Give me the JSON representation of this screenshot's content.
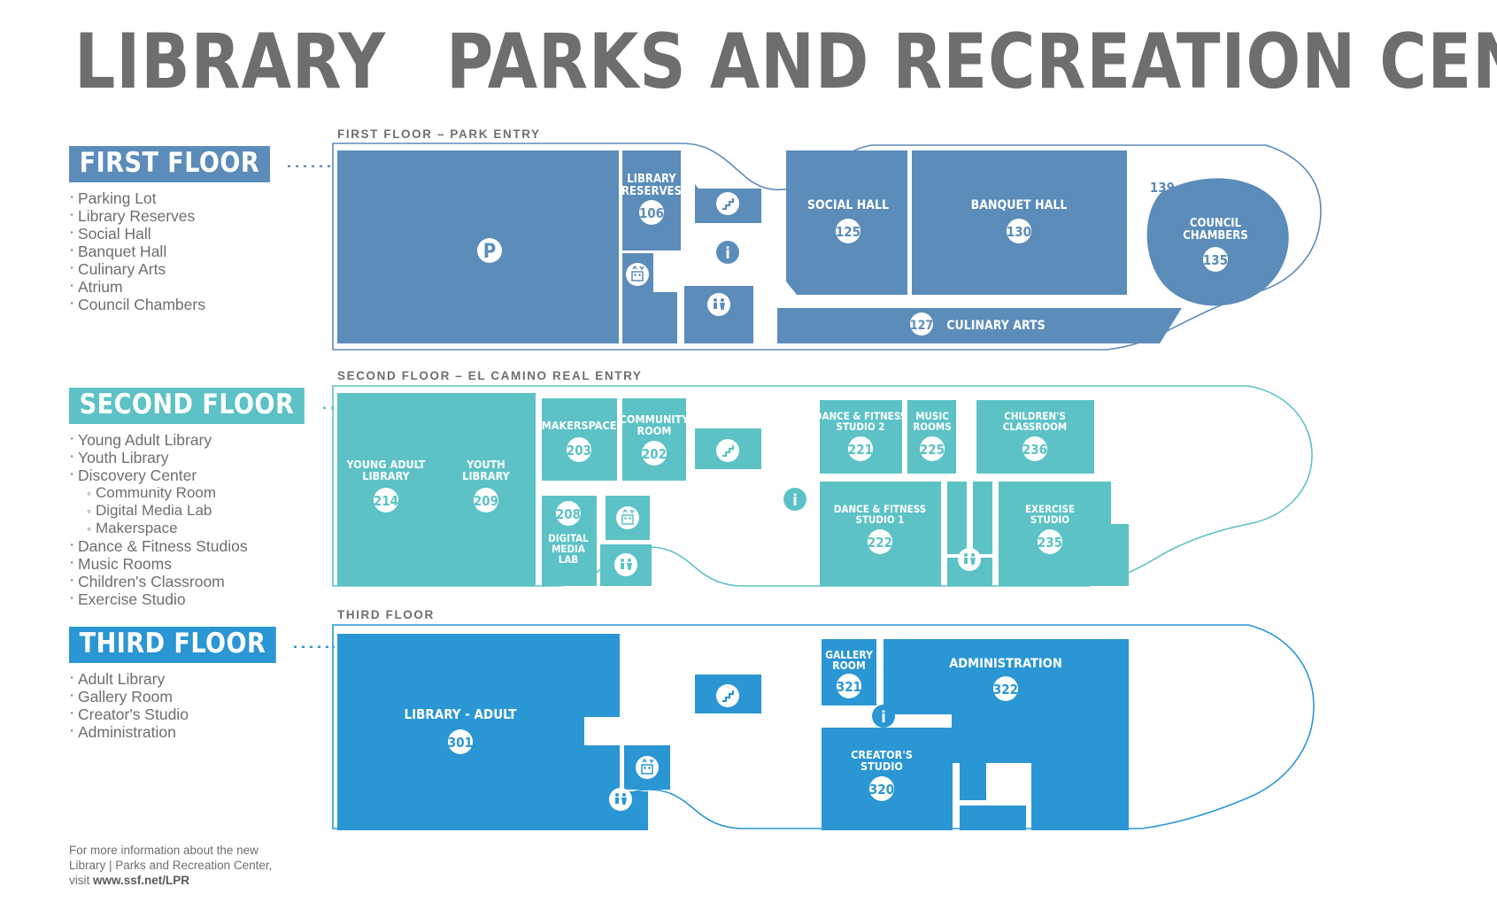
{
  "title": {
    "part1": "LIBRARY",
    "divider": "|",
    "part2": "PARKS AND  RECREATION CENTER"
  },
  "colors": {
    "first_floor": "#5b8cba",
    "second_floor": "#5cc2c6",
    "third_floor": "#2a96d4",
    "text_gray": "#6d6e70",
    "white": "#ffffff"
  },
  "sidebar": {
    "first": {
      "tag": "FIRST FLOOR",
      "items": [
        {
          "label": "Parking Lot",
          "level": 1
        },
        {
          "label": "Library Reserves",
          "level": 1
        },
        {
          "label": "Social Hall",
          "level": 1
        },
        {
          "label": "Banquet Hall",
          "level": 1
        },
        {
          "label": "Culinary Arts",
          "level": 1
        },
        {
          "label": "Atrium",
          "level": 1
        },
        {
          "label": "Council Chambers",
          "level": 1
        }
      ]
    },
    "second": {
      "tag": "SECOND FLOOR",
      "items": [
        {
          "label": "Young Adult Library",
          "level": 1
        },
        {
          "label": "Youth Library",
          "level": 1
        },
        {
          "label": "Discovery Center",
          "level": 1
        },
        {
          "label": "Community Room",
          "level": 2
        },
        {
          "label": "Digital Media Lab",
          "level": 2
        },
        {
          "label": "Makerspace",
          "level": 2
        },
        {
          "label": "Dance & Fitness Studios",
          "level": 1
        },
        {
          "label": "Music Rooms",
          "level": 1
        },
        {
          "label": "Children's Classroom",
          "level": 1
        },
        {
          "label": "Exercise Studio",
          "level": 1
        }
      ]
    },
    "third": {
      "tag": "THIRD FLOOR",
      "items": [
        {
          "label": "Adult Library",
          "level": 1
        },
        {
          "label": "Gallery Room",
          "level": 1
        },
        {
          "label": "Creator's Studio",
          "level": 1
        },
        {
          "label": "Administration",
          "level": 1
        }
      ]
    }
  },
  "footnote": {
    "line1": "For more information about the new",
    "line2": "Library | Parks and Recreation Center,",
    "line3_prefix": "visit ",
    "url": "www.ssf.net/LPR"
  },
  "floors": [
    {
      "caption": "FIRST FLOOR – PARK ENTRY",
      "rooms": [
        {
          "name": "parking-lot",
          "label": "",
          "number": "",
          "icon": "parking-icon"
        },
        {
          "name": "library-reserves",
          "label_lines": [
            "LIBRARY",
            "RESERVES"
          ],
          "number": "106"
        },
        {
          "name": "social-hall",
          "label_lines": [
            "SOCIAL HALL"
          ],
          "number": "125"
        },
        {
          "name": "banquet-hall",
          "label_lines": [
            "BANQUET HALL"
          ],
          "number": "130"
        },
        {
          "name": "culinary-arts",
          "label_lines": [
            "CULINARY ARTS"
          ],
          "number": "127"
        },
        {
          "name": "council-chambers",
          "label_lines": [
            "COUNCIL",
            "CHAMBERS"
          ],
          "number": "135"
        },
        {
          "name": "atrium",
          "label_lines": [],
          "number": "139"
        }
      ],
      "icons": [
        "parking-icon",
        "elevator-icon",
        "restroom-icon",
        "stairs-icon",
        "information-icon"
      ]
    },
    {
      "caption": "SECOND FLOOR – EL CAMINO REAL ENTRY",
      "rooms": [
        {
          "name": "young-adult-library",
          "label_lines": [
            "YOUNG ADULT",
            "LIBRARY"
          ],
          "number": "214"
        },
        {
          "name": "youth-library",
          "label_lines": [
            "YOUTH",
            "LIBRARY"
          ],
          "number": "209"
        },
        {
          "name": "makerspace",
          "label_lines": [
            "MAKERSPACE"
          ],
          "number": "203"
        },
        {
          "name": "community-room",
          "label_lines": [
            "COMMUNITY",
            "ROOM"
          ],
          "number": "202"
        },
        {
          "name": "digital-media-lab",
          "label_lines": [
            "DIGITAL",
            "MEDIA",
            "LAB"
          ],
          "number": "208"
        },
        {
          "name": "dance-fitness-studio-2",
          "label_lines": [
            "DANCE & FITNESS",
            "STUDIO 2"
          ],
          "number": "221"
        },
        {
          "name": "music-rooms",
          "label_lines": [
            "MUSIC",
            "ROOMS"
          ],
          "number": "225"
        },
        {
          "name": "childrens-classroom",
          "label_lines": [
            "CHILDREN'S",
            "CLASSROOM"
          ],
          "number": "236"
        },
        {
          "name": "dance-fitness-studio-1",
          "label_lines": [
            "DANCE & FITNESS",
            "STUDIO 1"
          ],
          "number": "222"
        },
        {
          "name": "exercise-studio",
          "label_lines": [
            "EXERCISE",
            "STUDIO"
          ],
          "number": "235"
        }
      ],
      "icons": [
        "elevator-icon",
        "restroom-icon",
        "stairs-icon",
        "information-icon"
      ]
    },
    {
      "caption": "THIRD FLOOR",
      "rooms": [
        {
          "name": "library-adult",
          "label_lines": [
            "LIBRARY - ADULT"
          ],
          "number": "301"
        },
        {
          "name": "gallery-room",
          "label_lines": [
            "GALLERY",
            "ROOM"
          ],
          "number": "321"
        },
        {
          "name": "administration",
          "label_lines": [
            "ADMINISTRATION"
          ],
          "number": "322"
        },
        {
          "name": "creators-studio",
          "label_lines": [
            "CREATOR'S",
            "STUDIO"
          ],
          "number": "320"
        }
      ],
      "icons": [
        "elevator-icon",
        "restroom-icon",
        "stairs-icon",
        "information-icon"
      ]
    }
  ]
}
